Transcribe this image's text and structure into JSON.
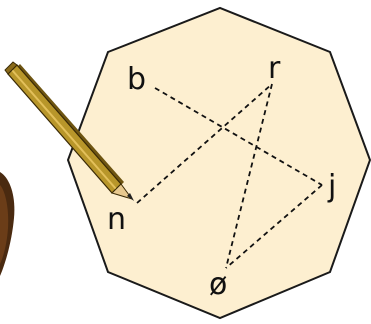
{
  "board": {
    "shape": "octagon",
    "fill_color": "#fdefd0",
    "stroke_color": "#1a1a1a"
  },
  "points": [
    {
      "id": "b",
      "label": "b"
    },
    {
      "id": "r",
      "label": "r"
    },
    {
      "id": "j",
      "label": "j"
    },
    {
      "id": "n",
      "label": "n"
    },
    {
      "id": "o",
      "label": "ø"
    }
  ],
  "segments": [
    {
      "from": "b",
      "to": "j"
    },
    {
      "from": "n",
      "to": "r"
    },
    {
      "from": "r",
      "to": "o"
    },
    {
      "from": "j",
      "to": "o"
    }
  ],
  "line_style": "dashed",
  "decorations": {
    "pencil_icon": "pencil-icon",
    "pencil_colors": {
      "body": "#b8962a",
      "tip": "#e8c98f",
      "lead": "#222222"
    },
    "ink_blot_color": "#4a2a10"
  }
}
